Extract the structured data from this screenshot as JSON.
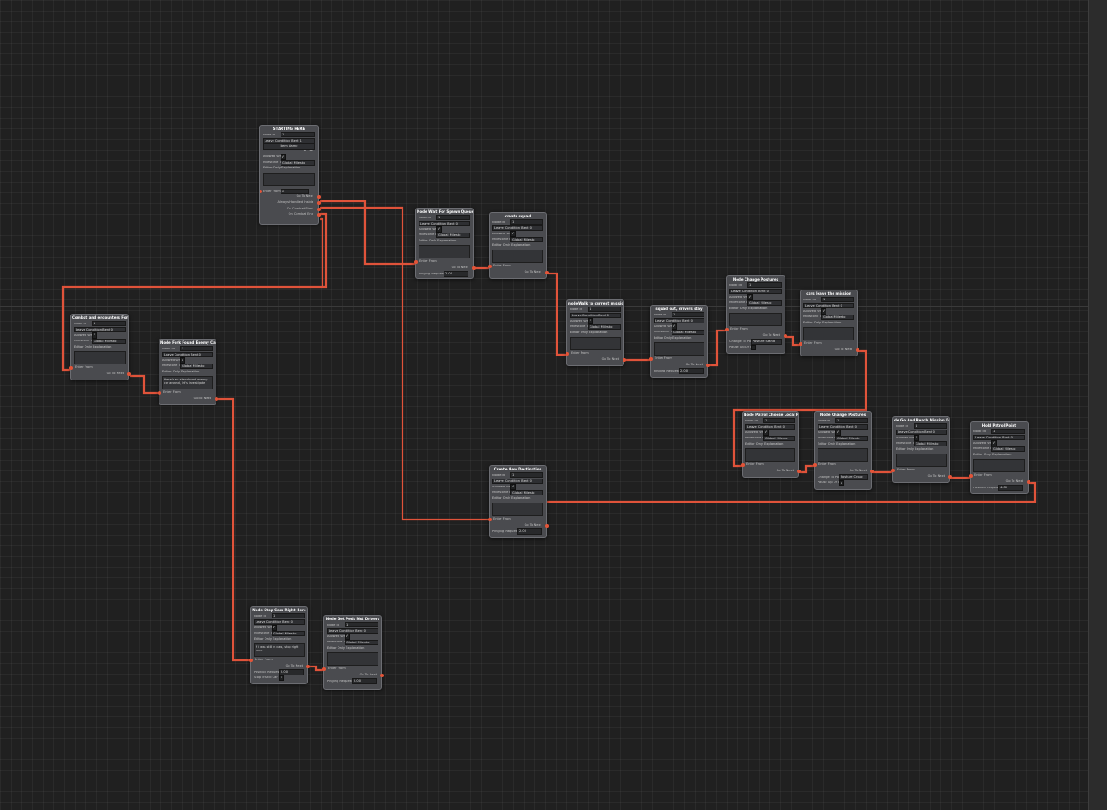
{
  "common": {
    "node_id": "Node Id",
    "leave_condition": "Leave Condition Bent 0",
    "allowed_when": "Allowed When",
    "milestone_type": "Milestone Type",
    "milestone_type_value": "Global Milesto",
    "editor_only": "Editor Only Explanation",
    "enter_from": "Enter From",
    "go_to_next": "Go To Next",
    "pinging_request": "Pinging Request",
    "check": "✓"
  },
  "nodes": {
    "starting_here": {
      "title": "STARTING HERE",
      "node_id_value": "1",
      "leave_condition": "Leave Condition Bent 1",
      "item_name": "Item Name",
      "add": "+",
      "remove": "−",
      "enter_from_value": "0",
      "out1": "Go To Next",
      "out2": "Always Handled Inside",
      "out3": "On Combat Start",
      "out4": "On Combat End"
    },
    "combat_and_encounters": {
      "title": "Combat and encounters Fork",
      "node_id_value": "1"
    },
    "fork_found_enemy_car": {
      "title": "Node Fork Found Enemy Car",
      "node_id_value": "1",
      "explanation": "there's an abandoned enemy car around, let's investigate"
    },
    "wait_for_spawn": {
      "title": "Node Wait For Spawn Queue",
      "node_id_value": "1",
      "pinging_value": "2.00"
    },
    "create_squad": {
      "title": "create squad",
      "node_id_value": "1"
    },
    "walk_to_current": {
      "title": "nodeWalk to current missiondestination",
      "node_id_value": "1"
    },
    "squad_out_drivers": {
      "title": "squad out, drivers stay",
      "node_id_value": "1",
      "pinging_value": "2.00"
    },
    "change_postures_1": {
      "title": "Node Change Postures",
      "node_id_value": "1",
      "change_to": "Change To Post",
      "change_value": "Posture Stand",
      "pause_label": "Pause Up Or R"
    },
    "cars_leave": {
      "title": "cars leave the mission",
      "node_id_value": "1"
    },
    "patrol_choose_poi": {
      "title": "Node Patrol Choose Local POI",
      "node_id_value": "1"
    },
    "change_postures_2": {
      "title": "Node Change Postures",
      "node_id_value": "1",
      "change_to": "Change To Post",
      "change_value": "Posture Crouc",
      "pause_label": "Pause Up Or R"
    },
    "go_and_reach": {
      "title": "de Go And Reach Mission Destinatio",
      "node_id_value": "1"
    },
    "hold_patrol": {
      "title": "Hold Patrol Point",
      "node_id_value": "1",
      "position_request": "Position Request",
      "position_value": "4.00"
    },
    "create_new_destination": {
      "title": "Create New Destination",
      "node_id_value": "1",
      "pinging_value": "2.00"
    },
    "stop_cars": {
      "title": "Node Stop Cars Right Here",
      "node_id_value": "1",
      "explanation": "if i was still in cars, stop right here",
      "position_request": "Position Request",
      "position_value": "2.00",
      "stop_label": "Stop If Still Car"
    },
    "get_peds_not_drivers": {
      "title": "Node Get Peds Not Drivers",
      "node_id_value": "1",
      "pinging_value": "2.00"
    }
  }
}
